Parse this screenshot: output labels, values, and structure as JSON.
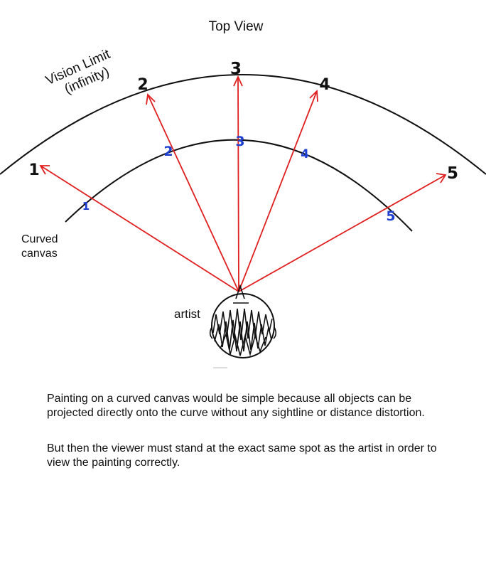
{
  "title": "Top View",
  "vision_limit": {
    "line1": "Vision Limit",
    "line2": "(infinity)"
  },
  "canvas_label": {
    "line1": "Curved",
    "line2": "canvas"
  },
  "artist_label": "artist",
  "points": [
    "1",
    "2",
    "3",
    "4",
    "5"
  ],
  "caption": {
    "paragraph1": "Painting on a curved canvas would be simple because all objects can be projected directly onto the curve without any sightline or distance distortion.",
    "paragraph2": "But then the viewer must stand at the exact same spot as the artist in order to view the painting correctly."
  },
  "colors": {
    "arc": "#111111",
    "sightline": "#e02020",
    "outer_number": "#111111",
    "canvas_number": "#1f3fd0"
  }
}
